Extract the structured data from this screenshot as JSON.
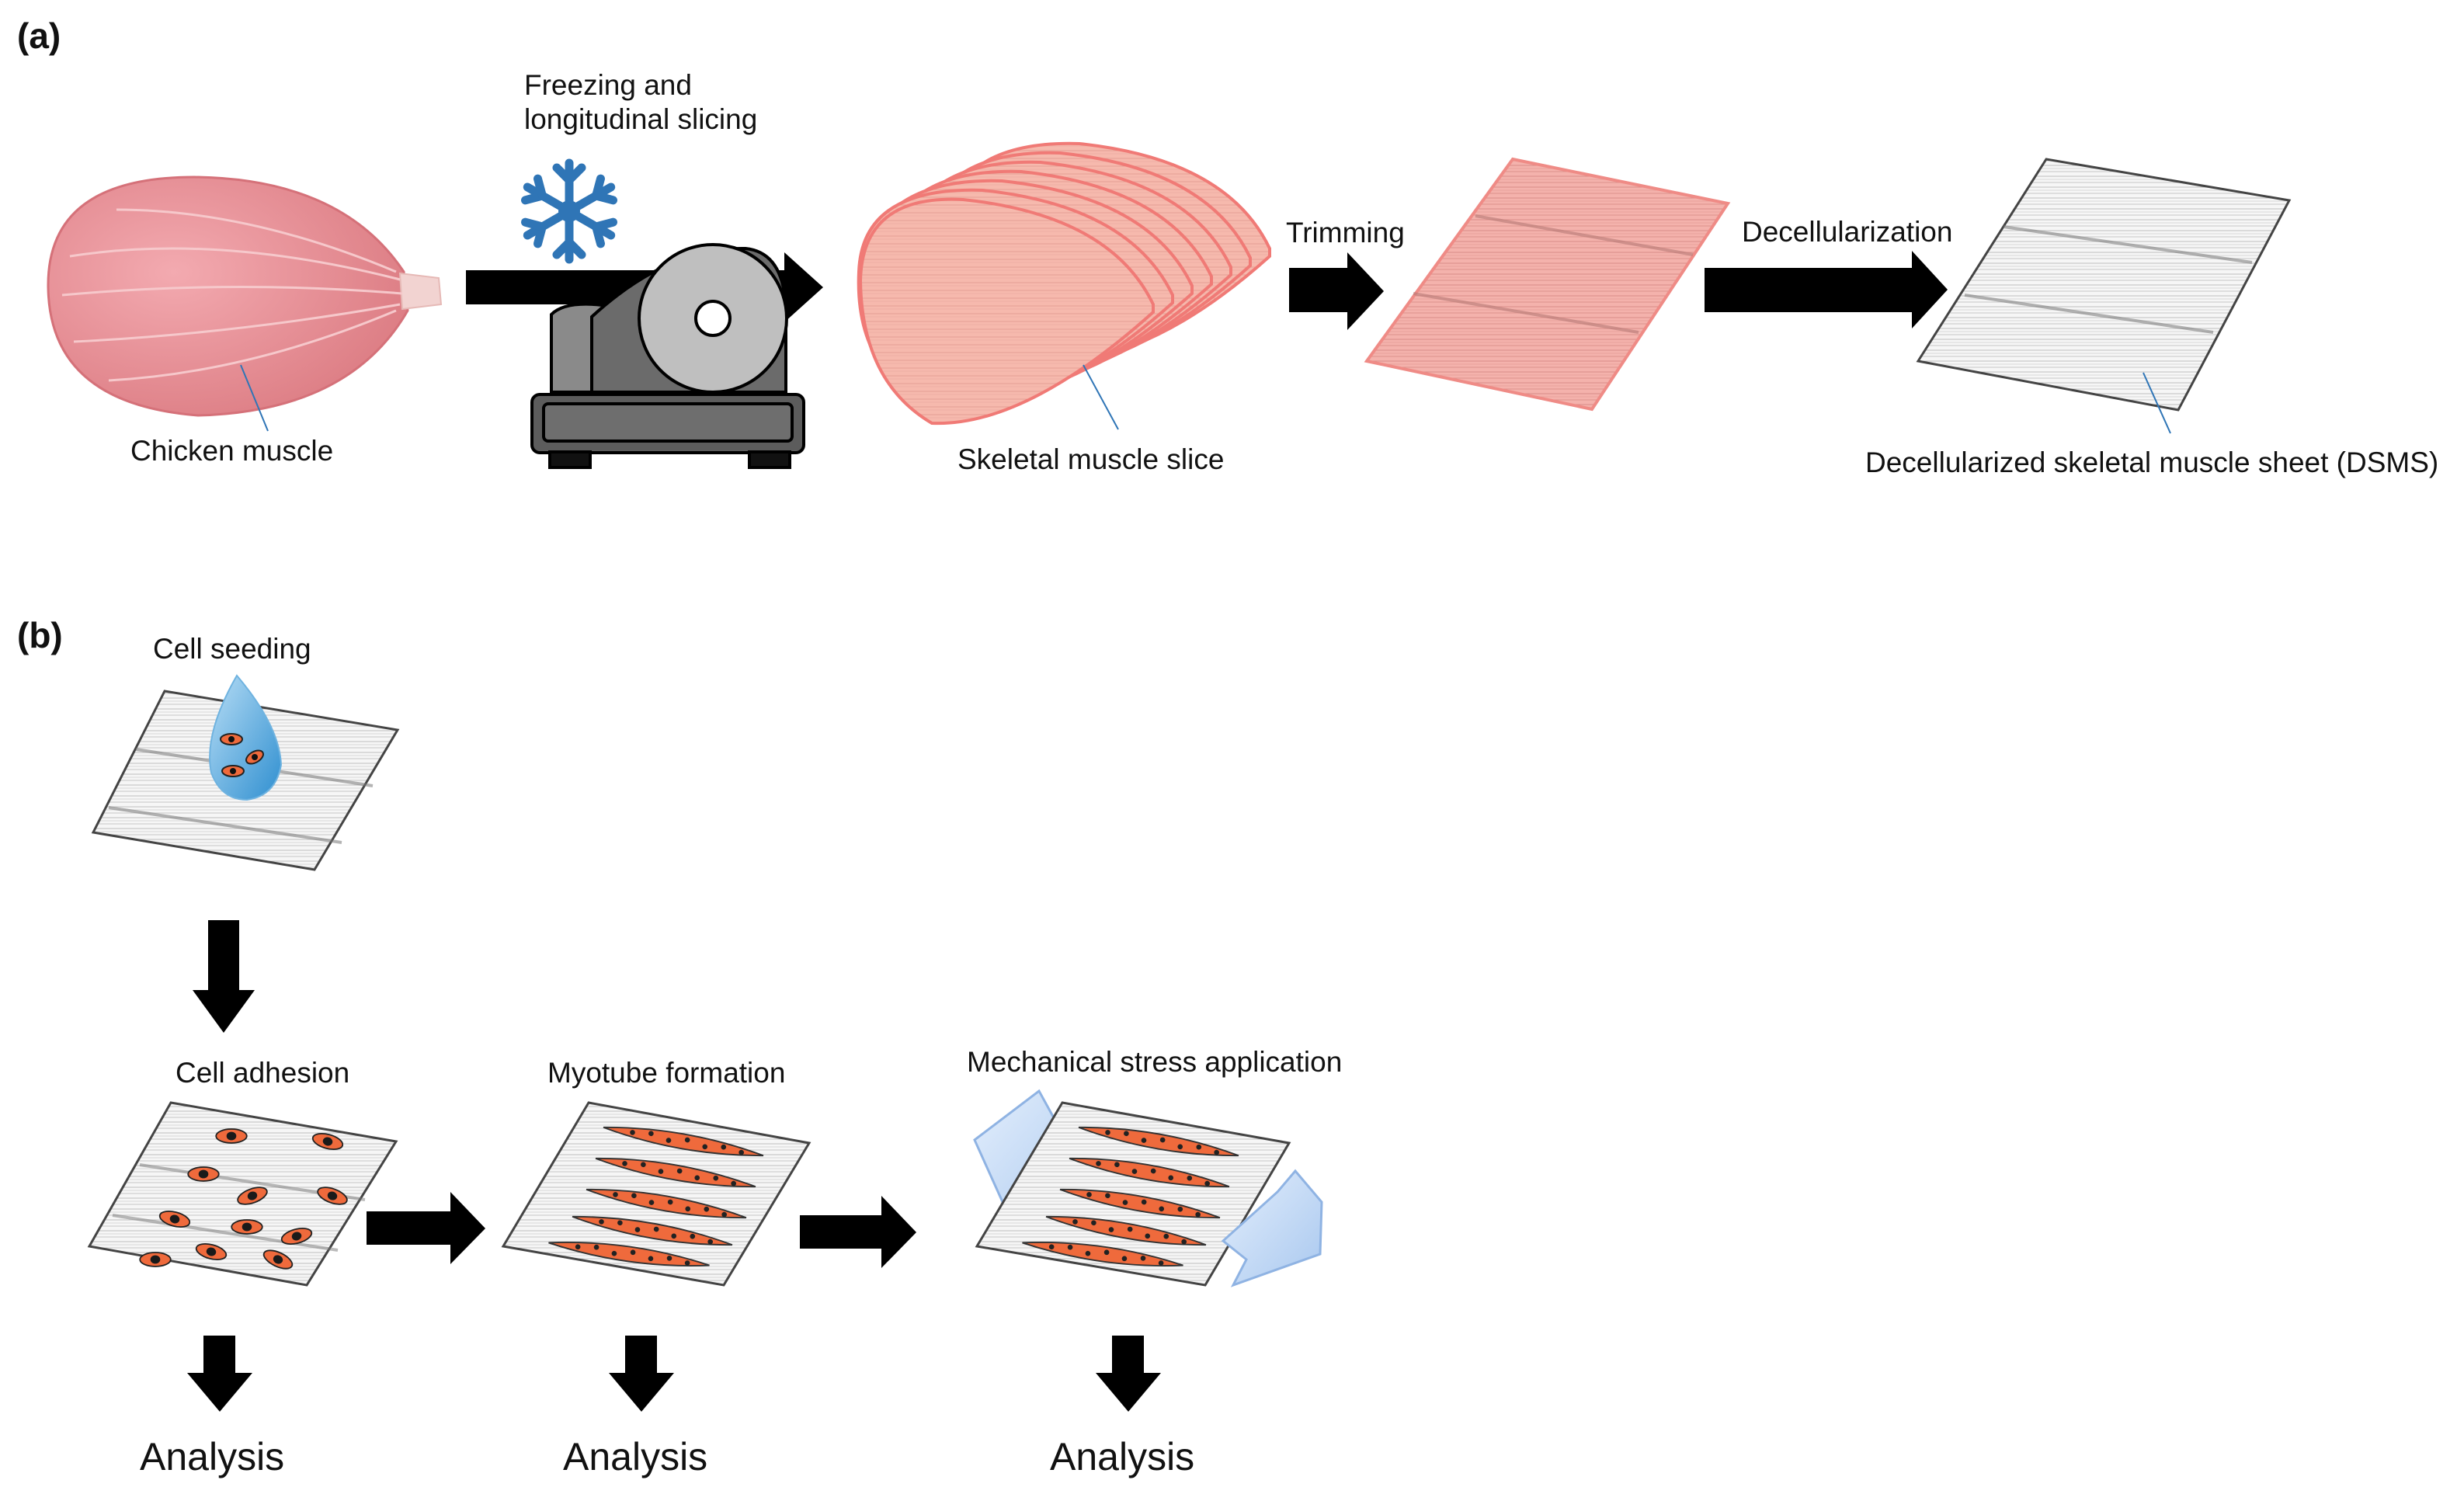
{
  "panel_a": {
    "label": "(a)",
    "chicken_muscle": "Chicken muscle",
    "freezing_line1": "Freezing and",
    "freezing_line2": "longitudinal slicing",
    "skeletal_slice": "Skeletal muscle slice",
    "trimming": "Trimming",
    "decellularization": "Decellularization",
    "dsms": "Decellularized skeletal muscle sheet (DSMS)"
  },
  "panel_b": {
    "label": "(b)",
    "cell_seeding": "Cell seeding",
    "cell_adhesion": "Cell adhesion",
    "myotube_formation": "Myotube formation",
    "mechanical_stress": "Mechanical stress application",
    "analysis_1": "Analysis",
    "analysis_2": "Analysis",
    "analysis_3": "Analysis"
  },
  "colors": {
    "muscle_pink": "#e9888d",
    "slice_red": "#f1807a",
    "snowflake_blue": "#2f75b6",
    "slicer_gray": "#6e6e6e",
    "arrow_black": "#000000",
    "cell_orange": "#ef6a3c",
    "stress_arrow_blue": "#b9d2f2"
  }
}
